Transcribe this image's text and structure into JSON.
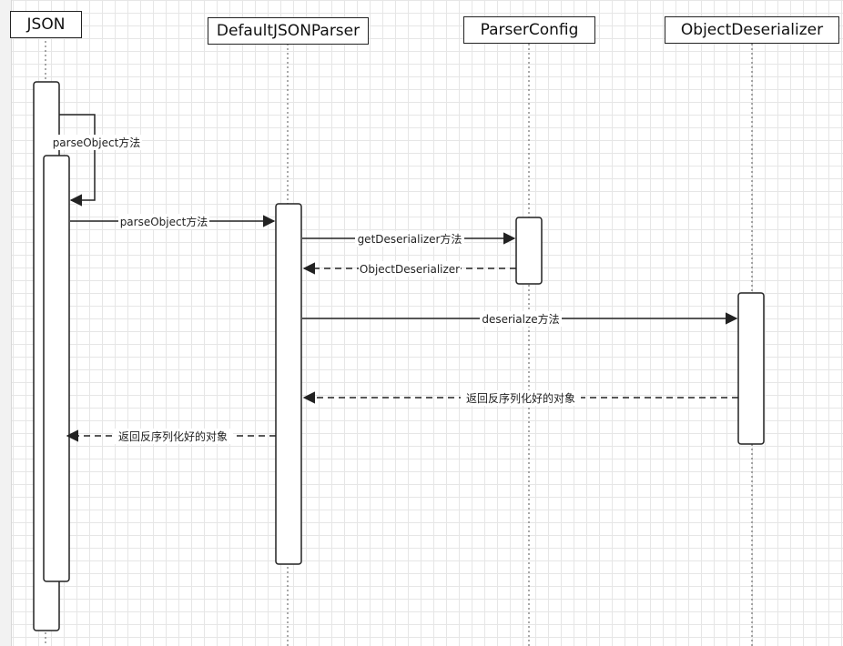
{
  "participants": [
    {
      "id": "json",
      "name": "JSON"
    },
    {
      "id": "parser",
      "name": "DefaultJSONParser"
    },
    {
      "id": "config",
      "name": "ParserConfig"
    },
    {
      "id": "deser",
      "name": "ObjectDeserializer"
    }
  ],
  "messages": [
    {
      "id": "m1",
      "from": "json",
      "to": "json",
      "label": "parseObject方法",
      "style": "sync"
    },
    {
      "id": "m2",
      "from": "json",
      "to": "parser",
      "label": "parseObject方法",
      "style": "sync"
    },
    {
      "id": "m3",
      "from": "parser",
      "to": "config",
      "label": "getDeserializer方法",
      "style": "sync"
    },
    {
      "id": "m4",
      "from": "config",
      "to": "parser",
      "label": "ObjectDeserializer",
      "style": "return"
    },
    {
      "id": "m5",
      "from": "parser",
      "to": "deser",
      "label": "deserialze方法",
      "style": "sync"
    },
    {
      "id": "m6",
      "from": "deser",
      "to": "parser",
      "label": "返回反序列化好的对象",
      "style": "return"
    },
    {
      "id": "m7",
      "from": "parser",
      "to": "json",
      "label": "返回反序列化好的对象",
      "style": "return"
    }
  ],
  "colors": {
    "line": "#222222",
    "grid": "#e6e6e6",
    "box_fill": "#ffffff"
  }
}
